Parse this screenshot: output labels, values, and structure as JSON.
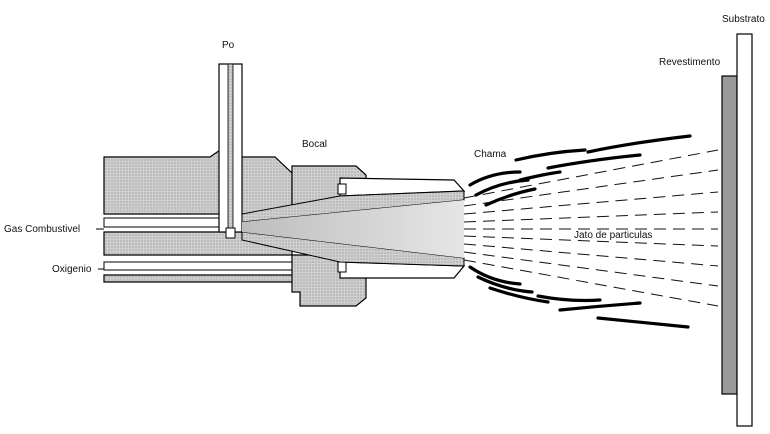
{
  "labels": {
    "po": "Po",
    "bocal": "Bocal",
    "chama": "Chama",
    "substrato": "Substrato",
    "revestimento": "Revestimento",
    "gas_combustivel": "Gas Combustivel",
    "oxigenio": "Oxigenio",
    "jato_de_particulas": "Jato de particulas"
  },
  "colors": {
    "body_fill": "#c8c8c8",
    "coating_fill": "#9a9a9a",
    "outline": "#000000",
    "background": "#ffffff"
  }
}
